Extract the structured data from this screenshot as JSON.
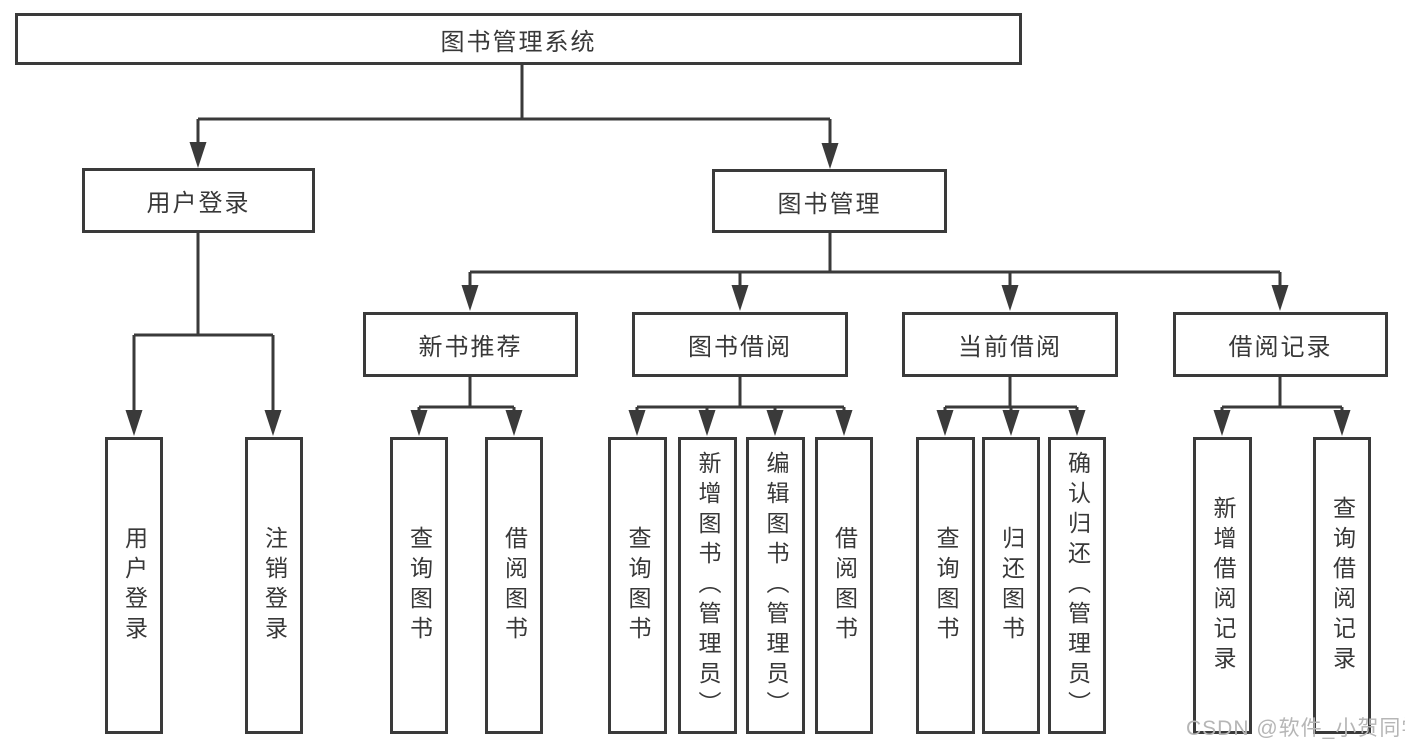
{
  "diagram_title": "图书管理系统",
  "tree": {
    "label": "图书管理系统",
    "children": [
      {
        "label": "用户登录",
        "children": [
          {
            "label": "用户登录"
          },
          {
            "label": "注销登录"
          }
        ]
      },
      {
        "label": "图书管理",
        "children": [
          {
            "label": "新书推荐",
            "children": [
              {
                "label": "查询图书"
              },
              {
                "label": "借阅图书"
              }
            ]
          },
          {
            "label": "图书借阅",
            "children": [
              {
                "label": "查询图书"
              },
              {
                "label": "新增图书（管理员）"
              },
              {
                "label": "编辑图书（管理员）"
              },
              {
                "label": "借阅图书"
              }
            ]
          },
          {
            "label": "当前借阅",
            "children": [
              {
                "label": "查询图书"
              },
              {
                "label": "归还图书"
              },
              {
                "label": "确认归还（管理员）"
              }
            ]
          },
          {
            "label": "借阅记录",
            "children": [
              {
                "label": "新增借阅记录"
              },
              {
                "label": "查询借阅记录"
              }
            ]
          }
        ]
      }
    ]
  },
  "watermark": {
    "text": "CSDN @软件_小贺同学"
  },
  "colors": {
    "line": "#3a3a3a",
    "text": "#383838",
    "watermark": "#b6b6b6",
    "background": "#ffffff"
  }
}
